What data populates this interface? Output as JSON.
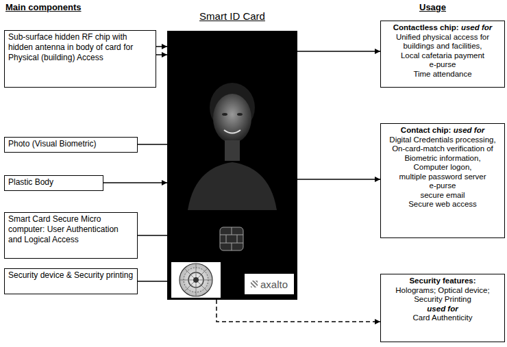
{
  "diagram": {
    "nodes": [
      {
        "text": [
          "Sub-surface hidden RF chip with hidden antenna in body of card for Physical (building) Access"
        ]
      },
      {
        "text": [
          "Photo (Visual Biometric)"
        ]
      },
      {
        "text": [
          "Plastic Body"
        ]
      },
      {
        "text": [
          "Smart Card Secure Micro computer: User Authentication and Logical Access"
        ]
      },
      {
        "text": [
          "Security device & Security printing"
        ]
      },
      {
        "text": [
          "Smart ID Card"
        ]
      },
      {
        "text": [
          "axalto"
        ],
        "in": 5
      },
      {
        "text": [
          "Contactless chip:",
          "used for",
          "Unified physical access for buildings and facilities,",
          "Local cafetaria payment",
          "e-purse",
          "Time attendance"
        ]
      },
      {
        "text": [
          "Contact chip:",
          "used for",
          "Digital Credentials processing,",
          "On-card-match verification of Biometric information,",
          "Computer logon,",
          "multiple password server",
          "e-purse",
          "secure email",
          "Secure web access"
        ]
      },
      {
        "text": [
          "Security features:",
          "Holograms; Optical device; Security Printing",
          "used for",
          "Card Authenticity"
        ]
      }
    ],
    "edges": [
      {
        "from": 0,
        "to": 5,
        "arrow": "to"
      },
      {
        "from": 0,
        "to": 5,
        "arrow": "to"
      },
      {
        "from": 1,
        "to": 5,
        "arrow": "none"
      },
      {
        "from": 2,
        "to": 5,
        "arrow": "to"
      },
      {
        "from": 3,
        "to": 5,
        "arrow": "none"
      },
      {
        "from": 4,
        "to": 5,
        "arrow": "none"
      },
      {
        "from": 5,
        "to": 7,
        "arrow": "to"
      },
      {
        "from": 5,
        "to": 8,
        "arrow": "to"
      },
      {
        "from": 5,
        "to": 9,
        "arrow": "to"
      }
    ],
    "labels": [
      "Main components",
      "Usage"
    ]
  }
}
